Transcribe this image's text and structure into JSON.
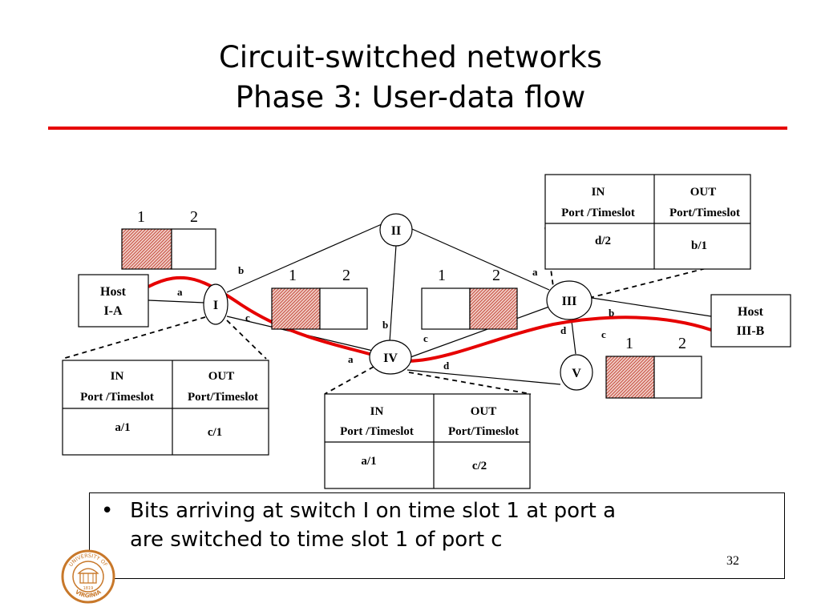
{
  "title": {
    "line1": "Circuit-switched networks",
    "line2": "Phase 3: User-data flow"
  },
  "colors": {
    "title_rule": "#e60000",
    "path": "#e60000",
    "hatched_slot": "#c9574a",
    "seal": "#c8782a"
  },
  "hosts": {
    "host_ia": [
      "Host",
      "I-A"
    ],
    "host_iiib": [
      "Host",
      "III-B"
    ]
  },
  "switches": {
    "I": "I",
    "II": "II",
    "III": "III",
    "IV": "IV",
    "V": "V"
  },
  "port_labels": {
    "sw1_a": "a",
    "sw1_b": "b",
    "sw1_c": "c",
    "sw2_a": "a",
    "sw2_b": "b",
    "sw4_a": "a",
    "sw4_c": "c",
    "sw4_d": "d",
    "sw3_b": "b",
    "sw3_c": "c",
    "sw3_d": "d"
  },
  "slot_numbers": {
    "one": "1",
    "two": "2"
  },
  "tables": {
    "table_switch1": {
      "in_header": [
        "IN",
        "Port /Timeslot"
      ],
      "out_header": [
        "OUT",
        "Port/Timeslot"
      ],
      "in_value": "a/1",
      "out_value": "c/1"
    },
    "table_switch4": {
      "in_header": [
        "IN",
        "Port /Timeslot"
      ],
      "out_header": [
        "OUT",
        "Port/Timeslot"
      ],
      "in_value": "a/1",
      "out_value": "c/2"
    },
    "table_switch3": {
      "in_header": [
        "IN",
        "Port /Timeslot"
      ],
      "out_header": [
        "OUT",
        "Port/Timeslot"
      ],
      "in_value": "d/2",
      "out_value": "b/1"
    }
  },
  "bullet": {
    "line1": "Bits arriving at switch I on time slot 1 at port a",
    "line2": "are switched to time slot 1 of port c"
  },
  "page_number": "32",
  "seal": {
    "top_text": "UNIVERSITY OF",
    "bottom_text": "VIRGINIA",
    "year": "1819"
  }
}
